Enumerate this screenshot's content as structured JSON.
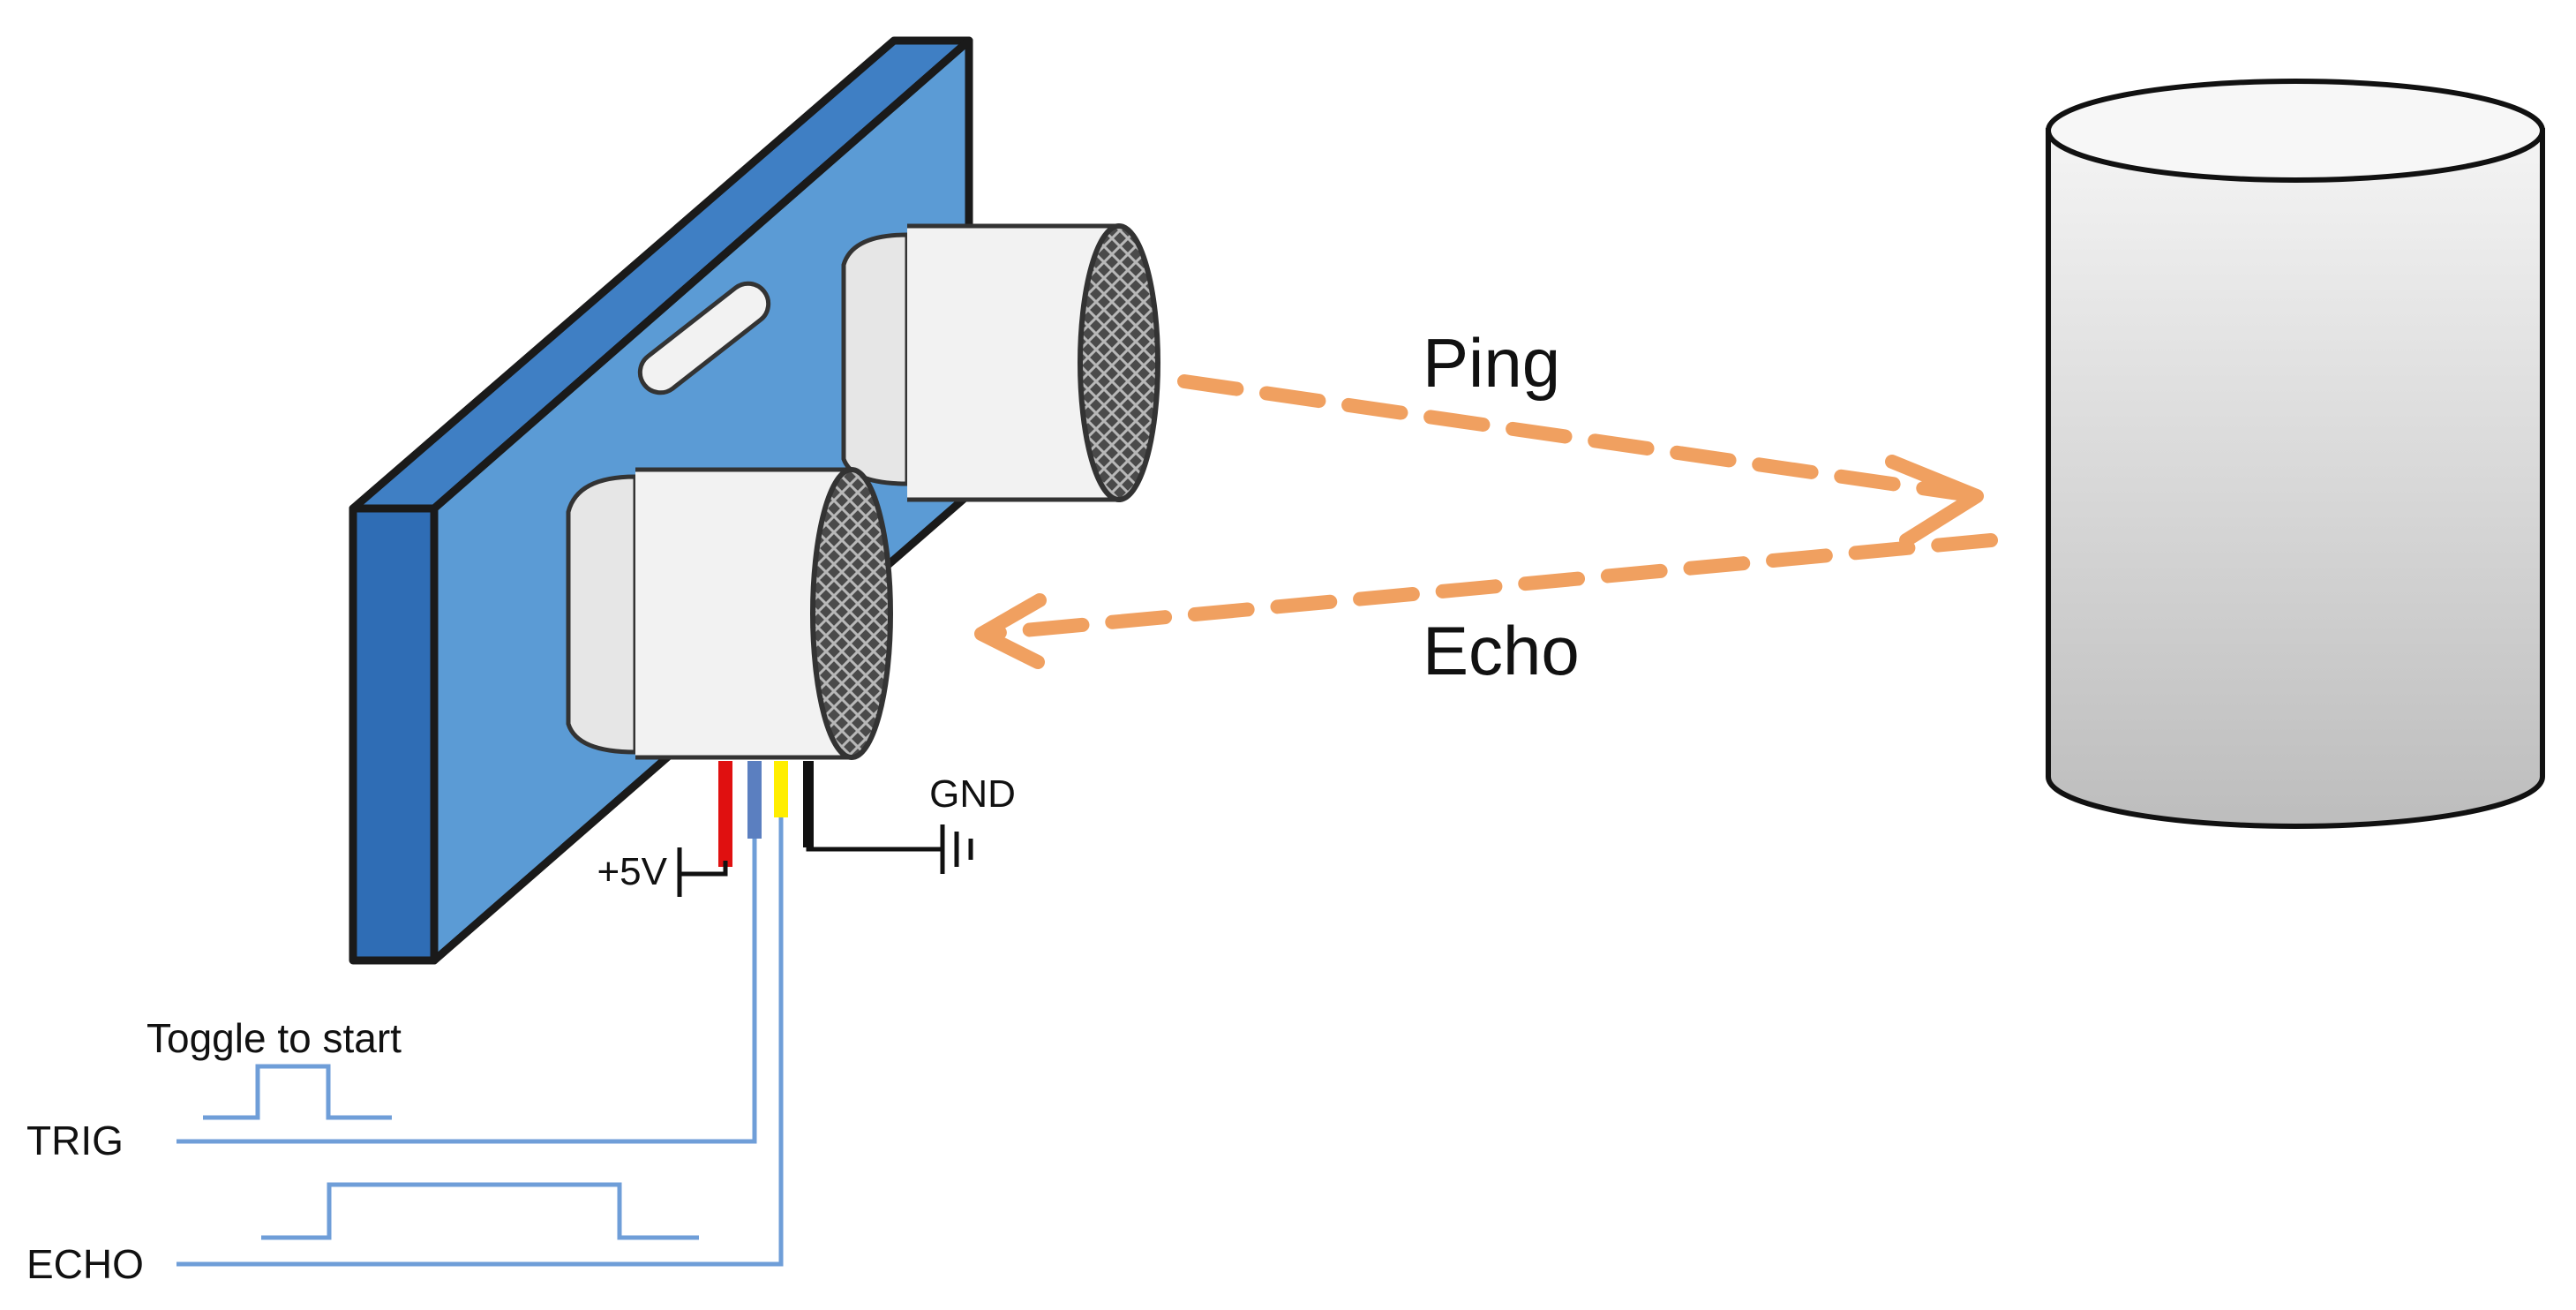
{
  "labels": {
    "ping": "Ping",
    "echo": "Echo",
    "gnd": "GND",
    "vcc": "+5V",
    "toggle": "Toggle to start",
    "trig": "TRIG",
    "echo_pin": "ECHO"
  },
  "colors": {
    "board": "#5b9bd5",
    "board_edge": "#1a1a1a",
    "transducer": "#f2f2f2",
    "mesh": "#5a5a5a",
    "arrow": "#f0a060",
    "wire_red": "#e01010",
    "wire_blue": "#5b7fc0",
    "wire_yellow": "#ffee00",
    "wire_black": "#111111",
    "signal_line": "#6f9ed8",
    "object": "#cfcfcf"
  }
}
